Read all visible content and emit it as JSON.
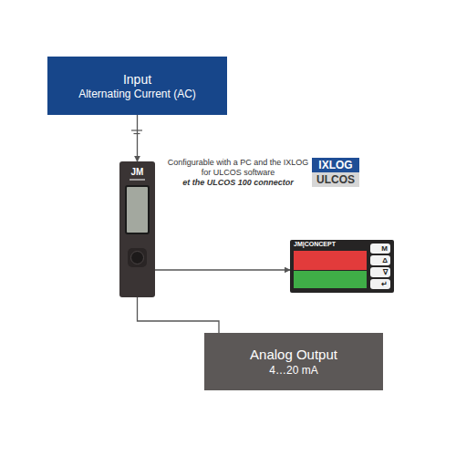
{
  "diagram": {
    "nodes": [
      {
        "text": [
          "Input",
          "Alternating Current (AC)"
        ]
      },
      {
        "text": [
          "JM"
        ]
      },
      {
        "text": [
          "JM|CONCEPT"
        ]
      },
      {
        "text": [
          "Analog Output",
          "4…20 mA"
        ]
      }
    ],
    "edges": [
      {
        "from": 0,
        "to": 1,
        "arrow": "to"
      },
      {
        "from": 1,
        "to": 2,
        "arrow": "to"
      },
      {
        "from": 1,
        "to": 3,
        "arrow": "none"
      }
    ],
    "labels": [
      "Configurable with a PC and the IXLOG for ULCOS software",
      "et the ULCOS 100 connector",
      "IXLOG",
      "ULCOS",
      "M",
      "Δ",
      "∇",
      "↵"
    ]
  }
}
